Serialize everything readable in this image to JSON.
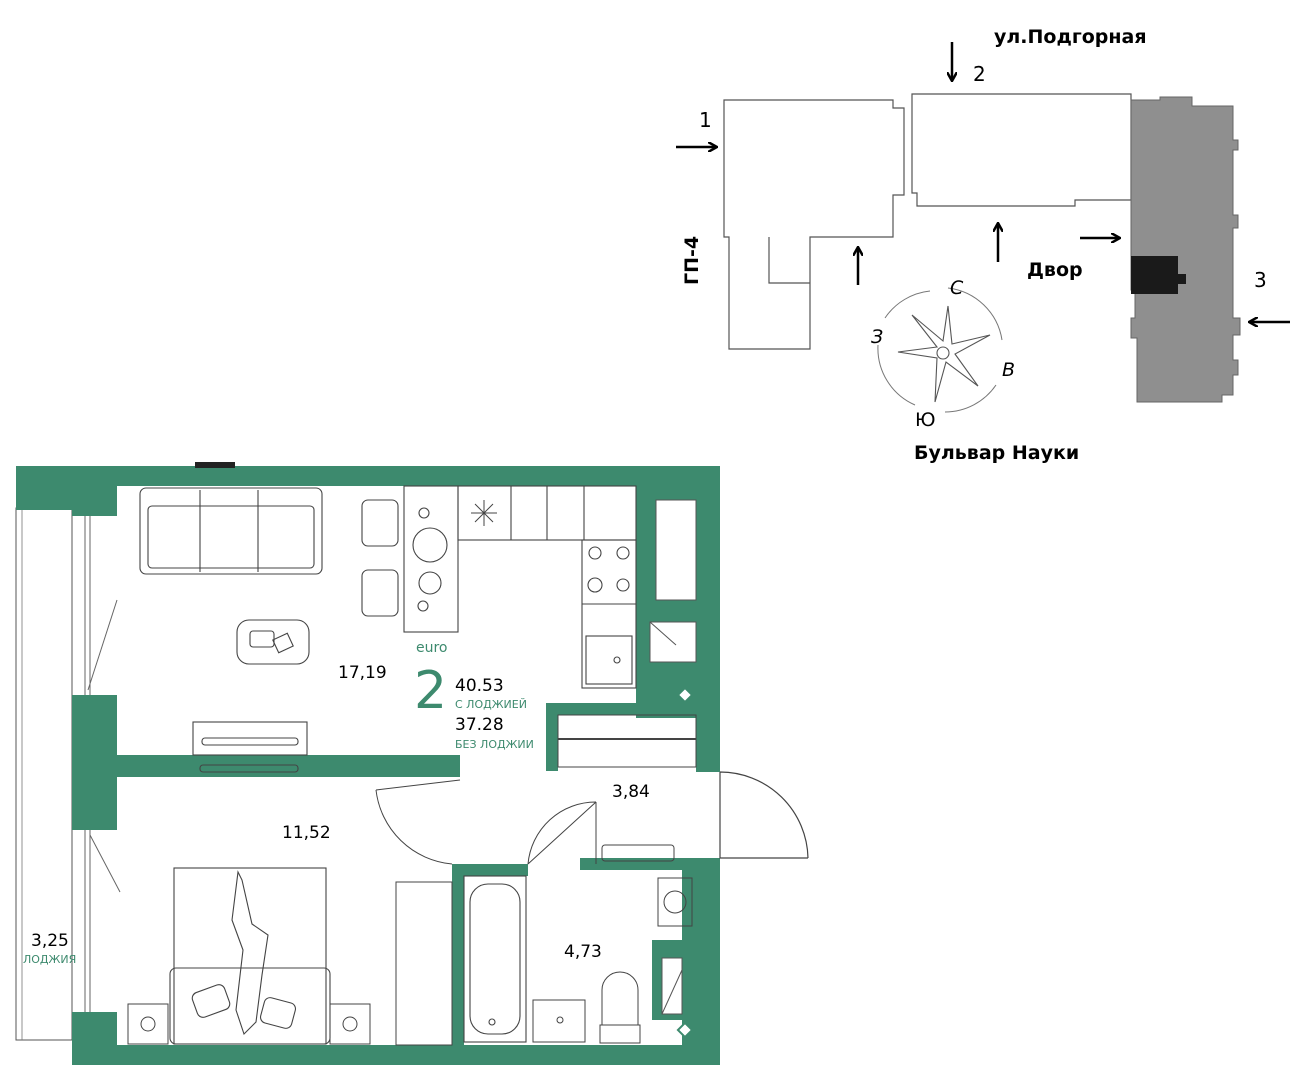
{
  "colors": {
    "wall": "#3d8a6e",
    "line": "#444444",
    "accent": "#3d8a6e",
    "building": "#8f8f8f",
    "section": "#1a1a1a"
  },
  "site_plan": {
    "street_top": "ул.Подгорная",
    "street_bottom": "Бульвар Науки",
    "yard": "Двор",
    "neighbor_building": "ГП-4",
    "view_labels": [
      "1",
      "2",
      "3"
    ],
    "compass": {
      "north": "С",
      "east": "В",
      "south": "Ю",
      "west": "З"
    }
  },
  "apartment": {
    "type": "euro",
    "rooms": "2",
    "area_with_loggia": "40.53",
    "area_with_loggia_caption": "С ЛОДЖИЕЙ",
    "area_without_loggia": "37.28",
    "area_without_loggia_caption": "БЕЗ ЛОДЖИИ"
  },
  "rooms": {
    "living_kitchen": "17,19",
    "bedroom": "11,52",
    "hallway": "3,84",
    "bathroom": "4,73",
    "loggia": "3,25",
    "loggia_caption": "ЛОДЖИЯ"
  }
}
